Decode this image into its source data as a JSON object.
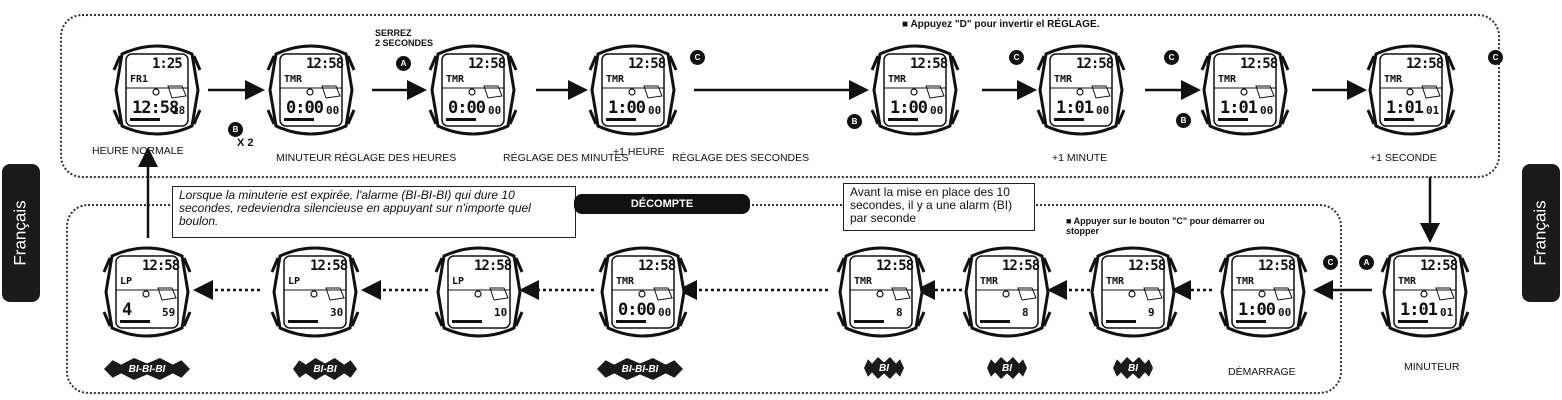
{
  "side_tab": "Français",
  "top_row": {
    "notes": {
      "squeeze": "SERREZ\n2 SECONDES",
      "press_d": "■ Appuyez \"D\" pour invertir el RÉGLAGE.",
      "x2": "X 2"
    },
    "watches": [
      {
        "upper": "1:25",
        "mid": "FR1",
        "lower": "12:58",
        "lower_small": "18"
      },
      {
        "upper": "12:58",
        "mid": "TMR",
        "lower": "0:00",
        "lower_small": "00"
      },
      {
        "upper": "12:58",
        "mid": "TMR",
        "lower": "0:00",
        "lower_small": "00"
      },
      {
        "upper": "12:58",
        "mid": "TMR",
        "lower": "1:00",
        "lower_small": "00"
      },
      {
        "upper": "12:58",
        "mid": "TMR",
        "lower": "1:00",
        "lower_small": "00"
      },
      {
        "upper": "12:58",
        "mid": "TMR",
        "lower": "1:01",
        "lower_small": "00"
      },
      {
        "upper": "12:58",
        "mid": "TMR",
        "lower": "1:01",
        "lower_small": "00"
      },
      {
        "upper": "12:58",
        "mid": "TMR",
        "lower": "1:01",
        "lower_small": "01"
      }
    ],
    "labels": [
      "HEURE NORMALE",
      "MINUTEUR RÉGLAGE DES HEURES",
      "RÉGLAGE DES MINUTES",
      "+1 HEURE",
      "RÉGLAGE DES SECONDES",
      "+1 MINUTE",
      "+1 SECONDE"
    ]
  },
  "bottom_row": {
    "info_left": "Lorsque la minuterie est expirée, l'alarme (BI-BI-BI) qui dure 10 secondes, redeviendra silencieuse en appuyant sur n'importe quel boulon.",
    "countdown": "DÉCOMPTE",
    "info_right": "Avant la mise en place des 10 secondes, il y a une alarm (BI) par seconde",
    "press_c": "■ Appuyer sur le bouton \"C\" pour démarrer ou stopper",
    "watches": [
      {
        "upper": "12:58",
        "mid": "LP",
        "lower": "4",
        "lower_small": "59"
      },
      {
        "upper": "12:58",
        "mid": "LP",
        "lower": "",
        "lower_small": "30"
      },
      {
        "upper": "12:58",
        "mid": "LP",
        "lower": "",
        "lower_small": "10"
      },
      {
        "upper": "12:58",
        "mid": "TMR",
        "lower": "0:00",
        "lower_small": "00"
      },
      {
        "upper": "12:58",
        "mid": "TMR",
        "lower": "",
        "lower_small": "8"
      },
      {
        "upper": "12:58",
        "mid": "TMR",
        "lower": "",
        "lower_small": "8"
      },
      {
        "upper": "12:58",
        "mid": "TMR",
        "lower": "",
        "lower_small": "9"
      },
      {
        "upper": "12:58",
        "mid": "TMR",
        "lower": "1:00",
        "lower_small": "00"
      },
      {
        "upper": "12:58",
        "mid": "TMR",
        "lower": "1:01",
        "lower_small": "01"
      }
    ],
    "bursts": [
      "BI-BI-BI",
      "BI-BI",
      "BI-BI-BI",
      "BI",
      "BI",
      "BI"
    ],
    "labels": [
      "DÉMARRAGE",
      "MINUTEUR"
    ]
  },
  "buttons": {
    "a": "A",
    "b": "B",
    "c": "C"
  }
}
